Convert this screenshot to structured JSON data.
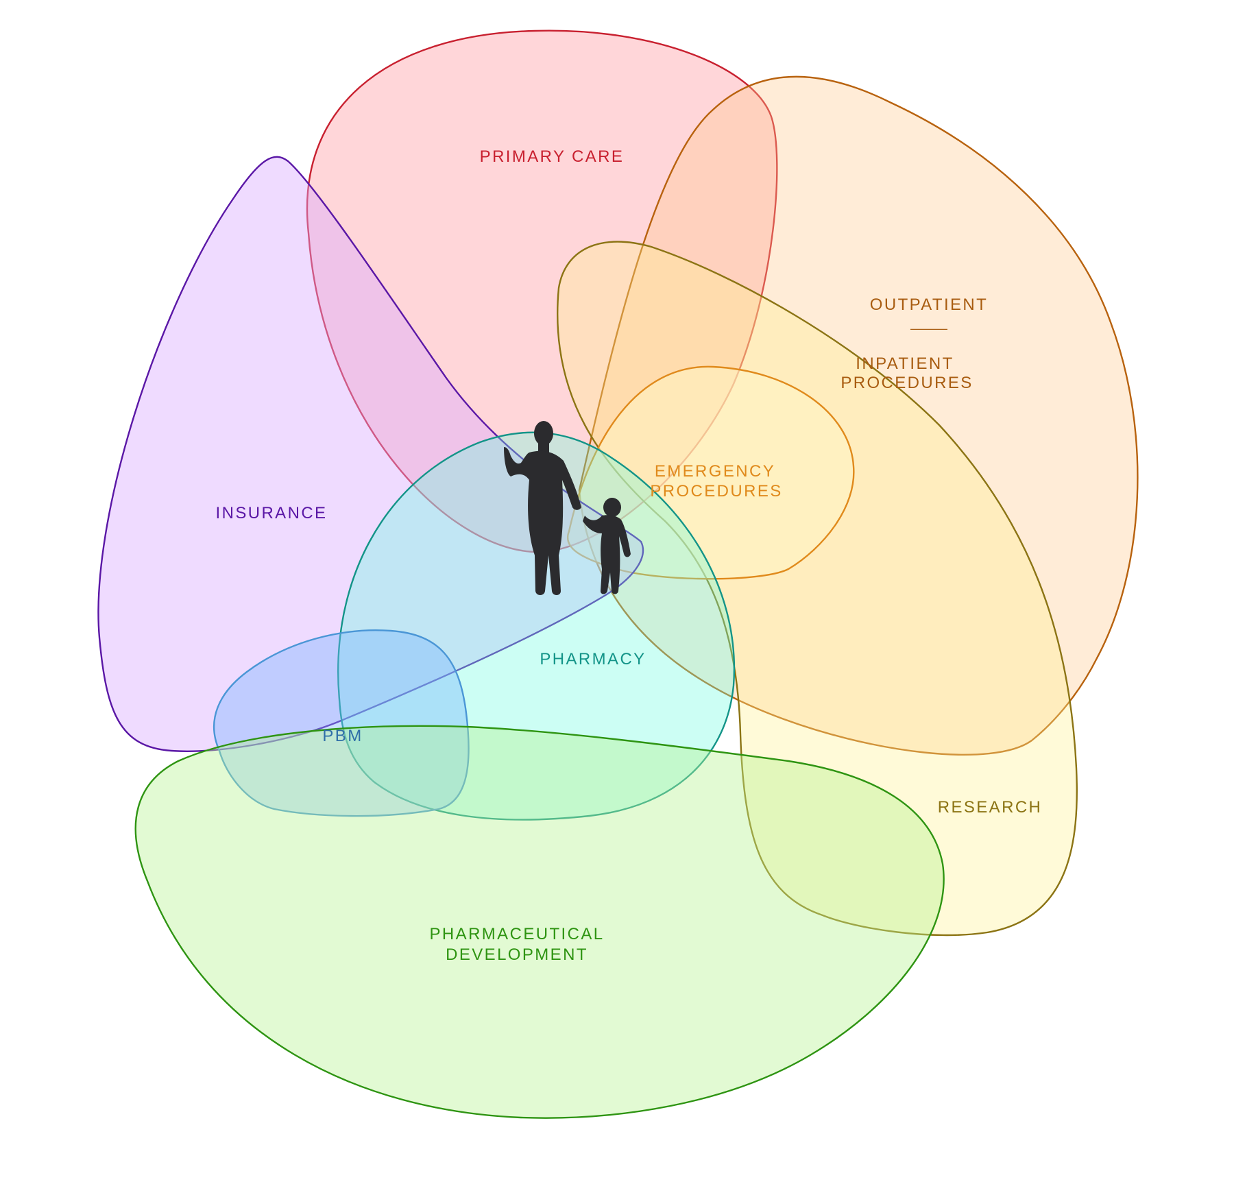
{
  "regions": {
    "primary_care": {
      "label": "PRIMARY CARE",
      "fill": "#ff8a92",
      "stroke": "#c8202f",
      "text": "#c8202f"
    },
    "outpatient": {
      "label": "OUTPATIENT",
      "divider": "———",
      "label2": "INPATIENT",
      "label3": "PROCEDURES",
      "fill": "#ffc98c",
      "stroke": "#b8620e",
      "text": "#a85c10"
    },
    "research": {
      "label": "RESEARCH",
      "fill": "#fff190",
      "stroke": "#8c7414",
      "text": "#8c7414"
    },
    "emergency": {
      "label": "EMERGENCY",
      "label2": "PROCEDURES",
      "fill": "#fff6c4",
      "stroke": "#e08a1c",
      "text": "#e08a1c"
    },
    "insurance": {
      "label": "INSURANCE",
      "fill": "#d8a9ff",
      "stroke": "#5a17a6",
      "text": "#5a17a6"
    },
    "pharmacy": {
      "label": "PHARMACY",
      "fill": "#6dfde0",
      "stroke": "#139488",
      "text": "#139488"
    },
    "pbm": {
      "label": "PBM",
      "fill": "#7ab6ff",
      "stroke": "#4a96d6",
      "text": "#2f6fa8"
    },
    "pharma": {
      "label": "PHARMACEUTICAL",
      "label2": "DEVELOPMENT",
      "fill": "#b6f390",
      "stroke": "#2e9412",
      "text": "#2e9412"
    }
  },
  "figures": {
    "icon": "adult-and-child-silhouette-icon",
    "color": "#2b2b2e"
  }
}
